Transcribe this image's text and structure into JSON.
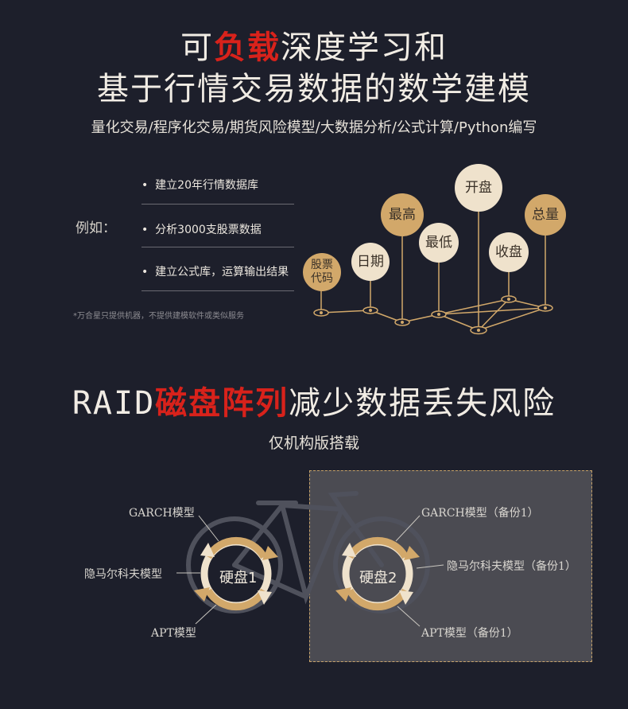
{
  "headline1": {
    "pre": "可",
    "highlight": "负载",
    "post": "深度学习和"
  },
  "headline2": "基于行情交易数据的数学建模",
  "tagline": "量化交易/程序化交易/期货风险模型/大数据分析/公式计算/Python编写",
  "example_label": "例如：",
  "bullets": [
    "建立20年行情数据库",
    "分析3000支股票数据",
    "建立公式库，运算输出结果"
  ],
  "footnote": "*万合星只提供机器，不提供建模软件或类似服务",
  "bubbles": {
    "code": "股票代码",
    "date": "日期",
    "high": "最高",
    "low": "最低",
    "open": "开盘",
    "close": "收盘",
    "volume": "总量"
  },
  "raid_title": {
    "pre": "RAID",
    "highlight": "磁盘阵列",
    "post": "减少数据丢失风险"
  },
  "raid_sub": "仅机构版搭载",
  "disk1": {
    "label": "硬盘1",
    "models": [
      "GARCH模型",
      "隐马尔科夫模型",
      "APT模型"
    ]
  },
  "disk2": {
    "label": "硬盘2",
    "models": [
      "GARCH模型（备份1）",
      "隐马尔科夫模型（备份1）",
      "APT模型（备份1）"
    ]
  },
  "colors": {
    "background": "#1d1f2b",
    "accent_red": "#d8221b",
    "gold": "#d2a86a",
    "cream": "#efe2cc",
    "backup_box": "#4b4b52"
  }
}
